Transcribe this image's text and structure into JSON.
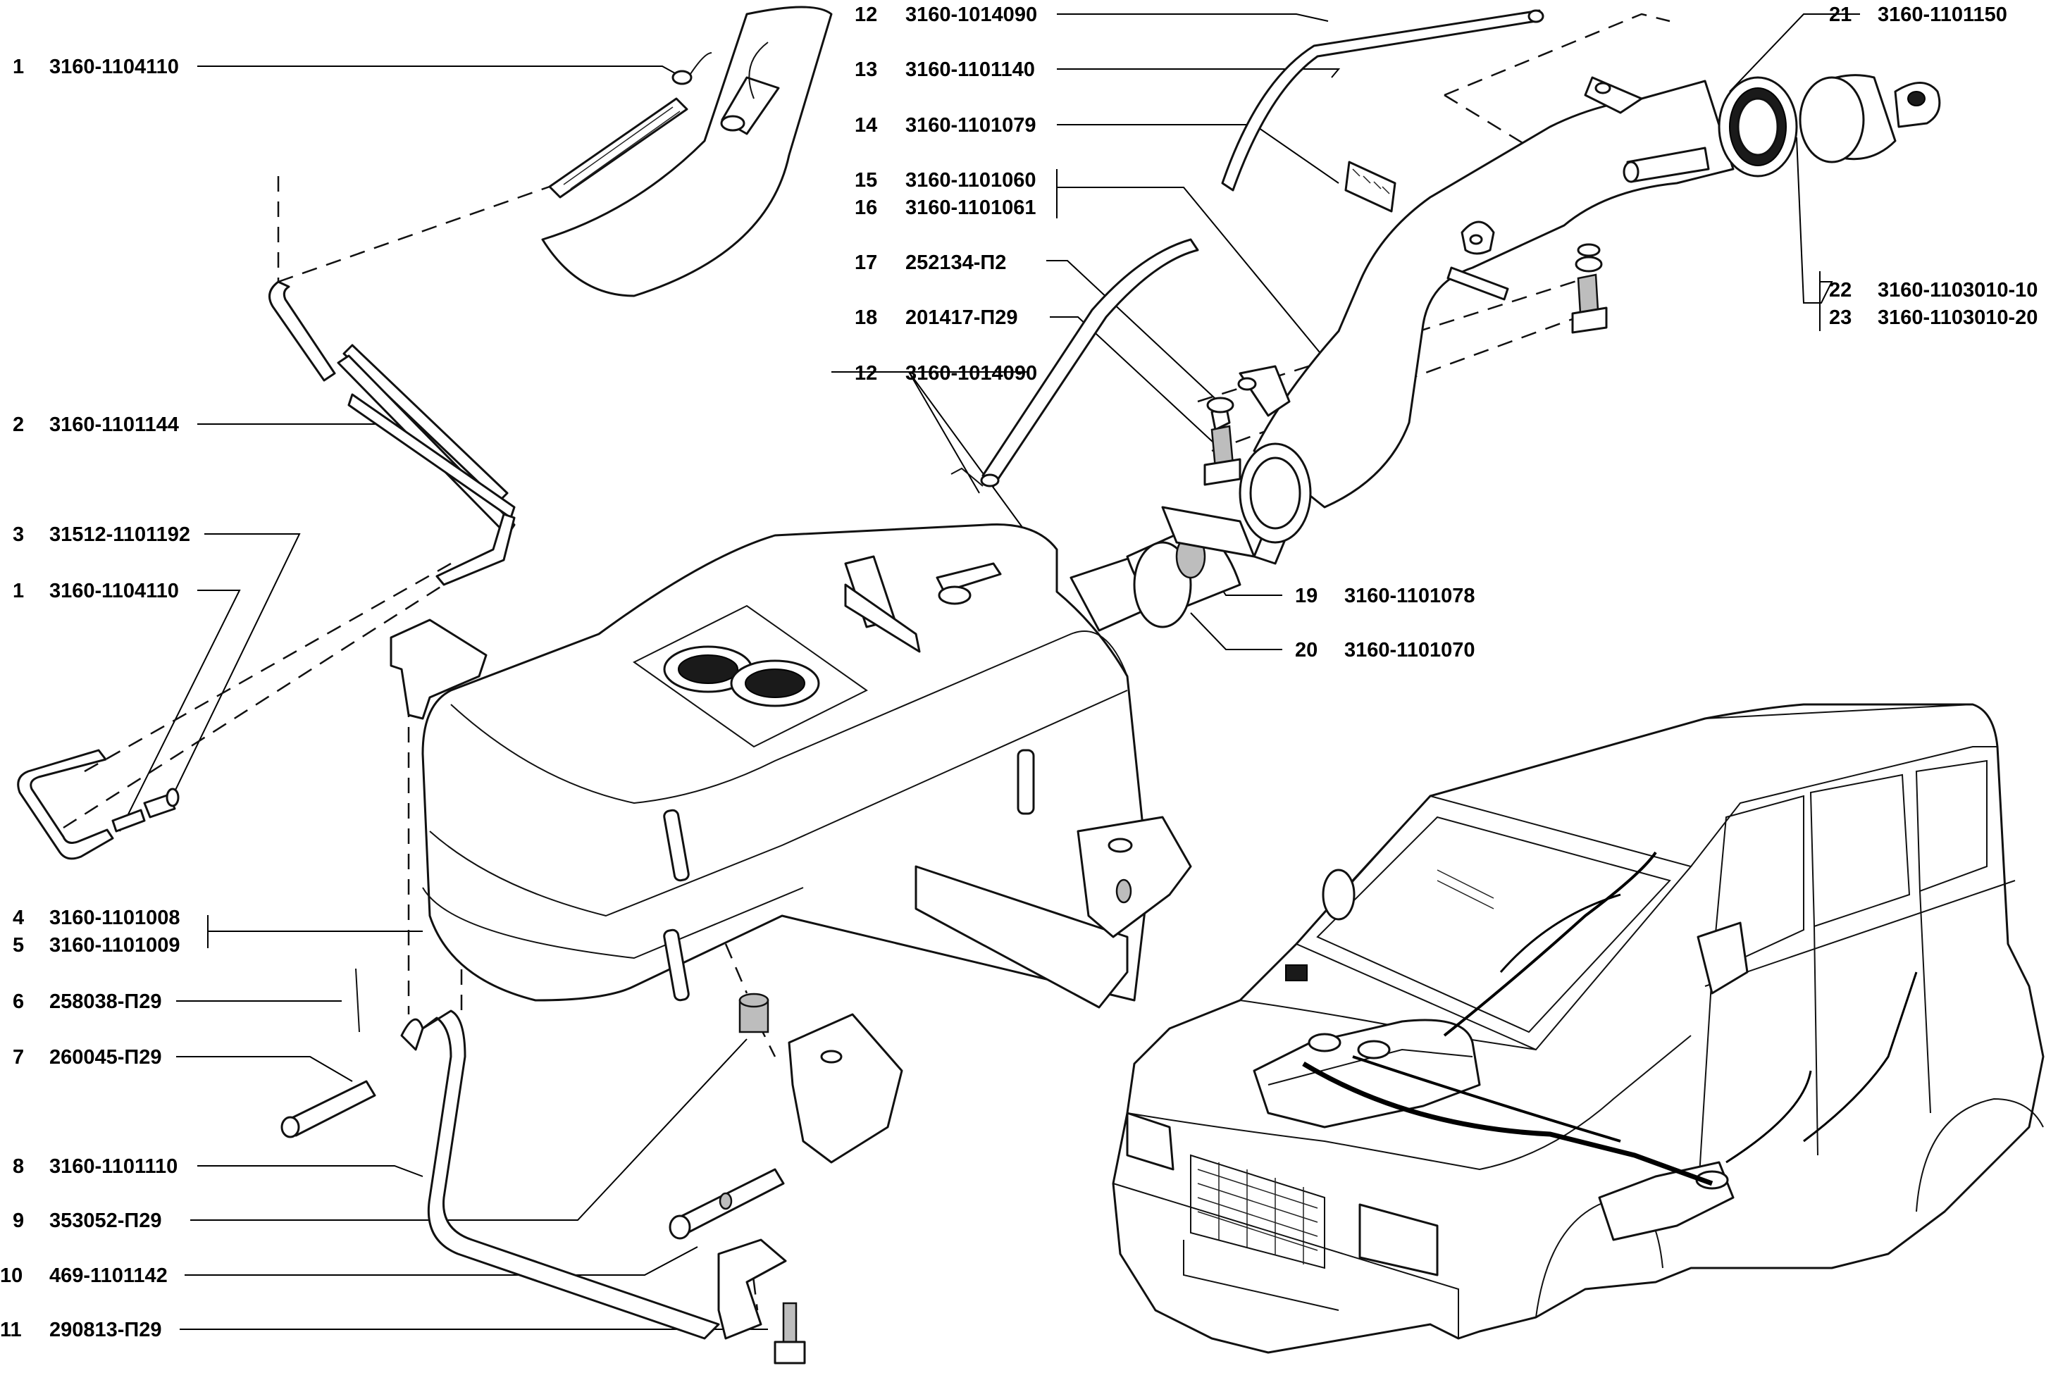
{
  "callouts": [
    {
      "num": "1",
      "code": "3160-1104110"
    },
    {
      "num": "2",
      "code": "3160-1101144"
    },
    {
      "num": "3",
      "code": "31512-1101192"
    },
    {
      "num": "1",
      "code": "3160-1104110"
    },
    {
      "num": "4",
      "code": "3160-1101008"
    },
    {
      "num": "5",
      "code": "3160-1101009"
    },
    {
      "num": "6",
      "code": "258038-П29"
    },
    {
      "num": "7",
      "code": "260045-П29"
    },
    {
      "num": "8",
      "code": "3160-1101110"
    },
    {
      "num": "9",
      "code": "353052-П29"
    },
    {
      "num": "10",
      "code": "469-1101142"
    },
    {
      "num": "11",
      "code": "290813-П29"
    },
    {
      "num": "12",
      "code": "3160-1014090"
    },
    {
      "num": "13",
      "code": "3160-1101140"
    },
    {
      "num": "14",
      "code": "3160-1101079"
    },
    {
      "num": "15",
      "code": "3160-1101060"
    },
    {
      "num": "16",
      "code": "3160-1101061"
    },
    {
      "num": "17",
      "code": "252134-П2"
    },
    {
      "num": "18",
      "code": "201417-П29"
    },
    {
      "num": "12",
      "code": "3160-1014090"
    },
    {
      "num": "19",
      "code": "3160-1101078"
    },
    {
      "num": "20",
      "code": "3160-1101070"
    },
    {
      "num": "21",
      "code": "3160-1101150"
    },
    {
      "num": "22",
      "code": "3160-1103010-10"
    },
    {
      "num": "23",
      "code": "3160-1103010-20"
    }
  ]
}
